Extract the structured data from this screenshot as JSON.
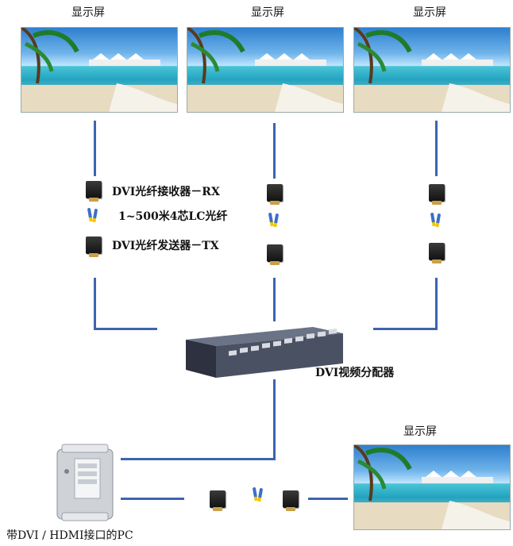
{
  "screens": {
    "label": "显示屏"
  },
  "legend": {
    "receiver": "DVI光纤接收器－RX",
    "fiber": "1~500米4芯LC光纤",
    "transmitter": "DVI光纤发送器－TX"
  },
  "splitter": {
    "label": "DVI视频分配器"
  },
  "pc": {
    "label": "带DVI / HDMI接口的PC"
  },
  "icons": {
    "screen": "beach-display-icon",
    "receiver": "fiber-receiver-icon",
    "transmitter": "fiber-transmitter-icon",
    "fiber": "lc-fiber-icon",
    "splitter": "dvi-splitter-icon",
    "pc": "pc-tower-icon"
  },
  "colors": {
    "line": "#3d64b0"
  }
}
